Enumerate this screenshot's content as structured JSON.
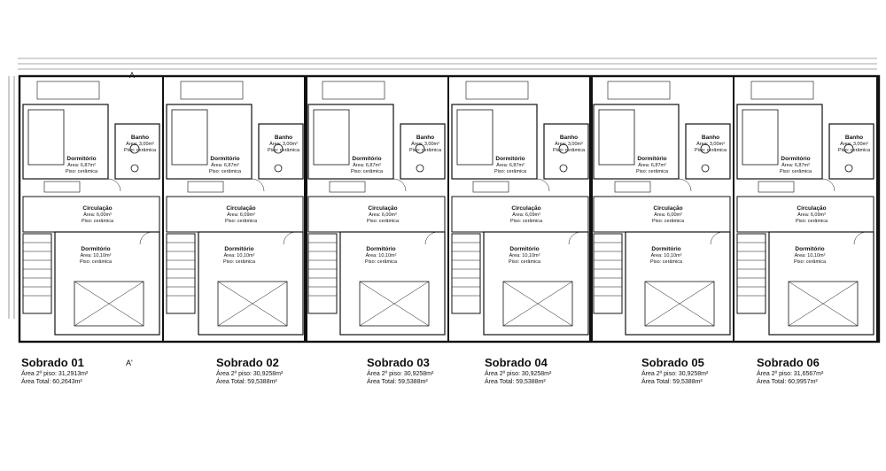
{
  "section_marks": {
    "top": "A",
    "bottom": "A'"
  },
  "rooms": {
    "dormitorio": "Dormitório",
    "banheiro": "Banho",
    "circulacao": "Circulação"
  },
  "floor_label": "Piso: cerâmica",
  "areas": {
    "dorm_small": "Área: 6,87m²",
    "banho": "Área: 3,00m²",
    "circulacao_a": "Área: 6,00m²",
    "circulacao_b": "Área: 6,09m²",
    "dorm_large": "Área: 10,10m²"
  },
  "units": [
    {
      "title": "Sobrado 01",
      "area_2": "Área 2º piso: 31,2913m²",
      "area_total": "Área Total: 60,2643m²"
    },
    {
      "title": "Sobrado 02",
      "area_2": "Área 2º piso: 30,9258m²",
      "area_total": "Área Total: 59,5388m²"
    },
    {
      "title": "Sobrado 03",
      "area_2": "Área 2º piso: 30,9258m²",
      "area_total": "Área Total: 59,5388m²"
    },
    {
      "title": "Sobrado 04",
      "area_2": "Área 2º piso: 30,9258m²",
      "area_total": "Área Total: 59,5388m²"
    },
    {
      "title": "Sobrado 05",
      "area_2": "Área 2º piso: 30,9258m²",
      "area_total": "Área Total: 59,5388m²"
    },
    {
      "title": "Sobrado 06",
      "area_2": "Área 2º piso: 31,6567m²",
      "area_total": "Área Total: 60,9957m²"
    }
  ]
}
